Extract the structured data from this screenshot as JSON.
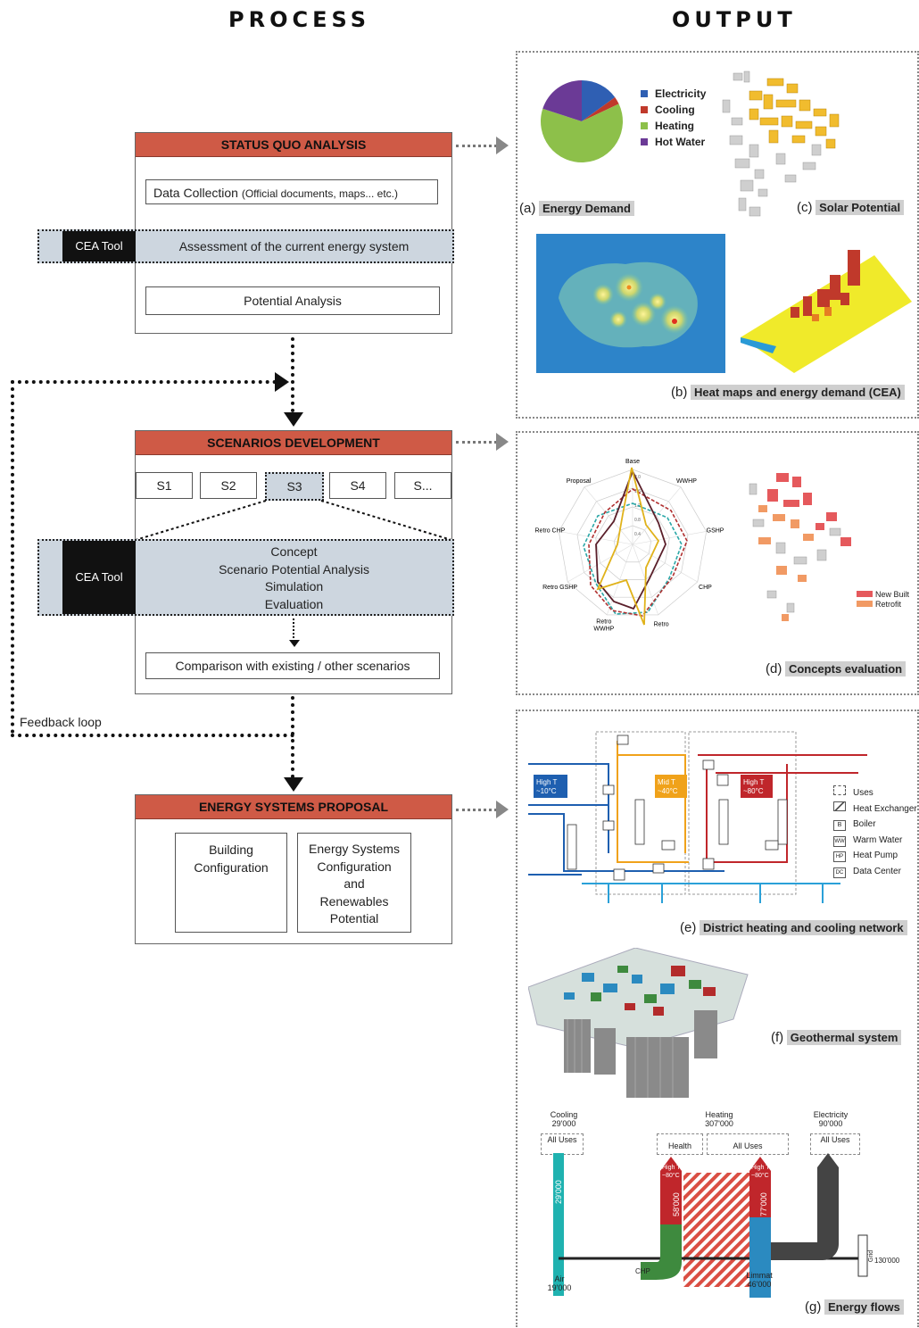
{
  "headers": {
    "process": "PROCESS",
    "output": "OUTPUT"
  },
  "status_quo": {
    "title": "STATUS QUO ANALYSIS",
    "data_collection": "Data Collection",
    "data_collection_note": "(Official documents, maps... etc.)",
    "assessment": "Assessment of the current energy system",
    "potential": "Potential Analysis",
    "cea_tool": "CEA Tool"
  },
  "scenarios": {
    "title": "SCENARIOS DEVELOPMENT",
    "items": [
      "S1",
      "S2",
      "S3",
      "S4",
      "S..."
    ],
    "selected": "S3",
    "cea_tool": "CEA Tool",
    "steps": [
      "Concept",
      "Scenario Potential Analysis",
      "Simulation",
      "Evaluation"
    ],
    "comparison": "Comparison with existing / other scenarios"
  },
  "feedback_loop": "Feedback loop",
  "proposal": {
    "title": "ENERGY SYSTEMS PROPOSAL",
    "building": [
      "Building",
      "Configuration"
    ],
    "energy": [
      "Energy Systems",
      "Configuration",
      "and",
      "Renewables",
      "Potential"
    ]
  },
  "outputs": {
    "a": {
      "letter": "(a)",
      "label": "Energy Demand"
    },
    "b": {
      "letter": "(b)",
      "label": "Heat maps and energy demand (CEA)"
    },
    "c": {
      "letter": "(c)",
      "label": "Solar Potential"
    },
    "d": {
      "letter": "(d)",
      "label": "Concepts evaluation"
    },
    "e": {
      "letter": "(e)",
      "label": "District heating and cooling network"
    },
    "f": {
      "letter": "(f)",
      "label": "Geothermal system"
    },
    "g": {
      "letter": "(g)",
      "label": "Energy flows"
    }
  },
  "pie_legend": [
    {
      "label": "Electricity",
      "color": "#2f5fb3"
    },
    {
      "label": "Cooling",
      "color": "#c0392b"
    },
    {
      "label": "Heating",
      "color": "#8dc04a"
    },
    {
      "label": "Hot Water",
      "color": "#6b3a96"
    }
  ],
  "pie_shares": [
    0.15,
    0.03,
    0.62,
    0.2
  ],
  "radar": {
    "axes": [
      "Base",
      "WWHP",
      "GSHP",
      "CHP",
      "Retro",
      "Retro WWHP",
      "Retro GSHP",
      "Retro CHP",
      "Proposal"
    ],
    "center_labels": [
      "2.0",
      "1.6",
      "1.2",
      "0.8",
      "0.4"
    ],
    "legend": [
      {
        "label": "New Built",
        "color": "#e5595c"
      },
      {
        "label": "Retrofit",
        "color": "#f19a64"
      }
    ]
  },
  "network": {
    "blocks": [
      "High T ~10°C",
      "Mid T ~40°C",
      "High T ~80°C"
    ],
    "block_colors": [
      "#1e5fb0",
      "#f0a21a",
      "#c0262b"
    ],
    "legend": [
      {
        "key": "",
        "label": "Uses"
      },
      {
        "key": "",
        "label": "Heat Exchanger"
      },
      {
        "key": "B",
        "label": "Boiler"
      },
      {
        "key": "WW",
        "label": "Warm Water"
      },
      {
        "key": "HP",
        "label": "Heat Pump"
      },
      {
        "key": "DC",
        "label": "Data Center"
      }
    ]
  },
  "flows": {
    "columns": [
      {
        "name": "Cooling",
        "value": "29'000",
        "sub": "All Uses"
      },
      {
        "name": "Heating",
        "value": "307'000",
        "sub": "All Uses"
      },
      {
        "name": "Electricity",
        "value": "90'000",
        "sub": "All Uses"
      }
    ],
    "health": "Health",
    "sources": [
      {
        "name": "Air",
        "value": "19'000"
      },
      {
        "name": "Limmat",
        "value": "46'000"
      }
    ],
    "grid": {
      "name": "Grid",
      "value": "130'000"
    },
    "bar_values": [
      "29'000",
      "58'000",
      "77'000"
    ],
    "high_t": "High T ~80°C",
    "chp": "CHP"
  }
}
